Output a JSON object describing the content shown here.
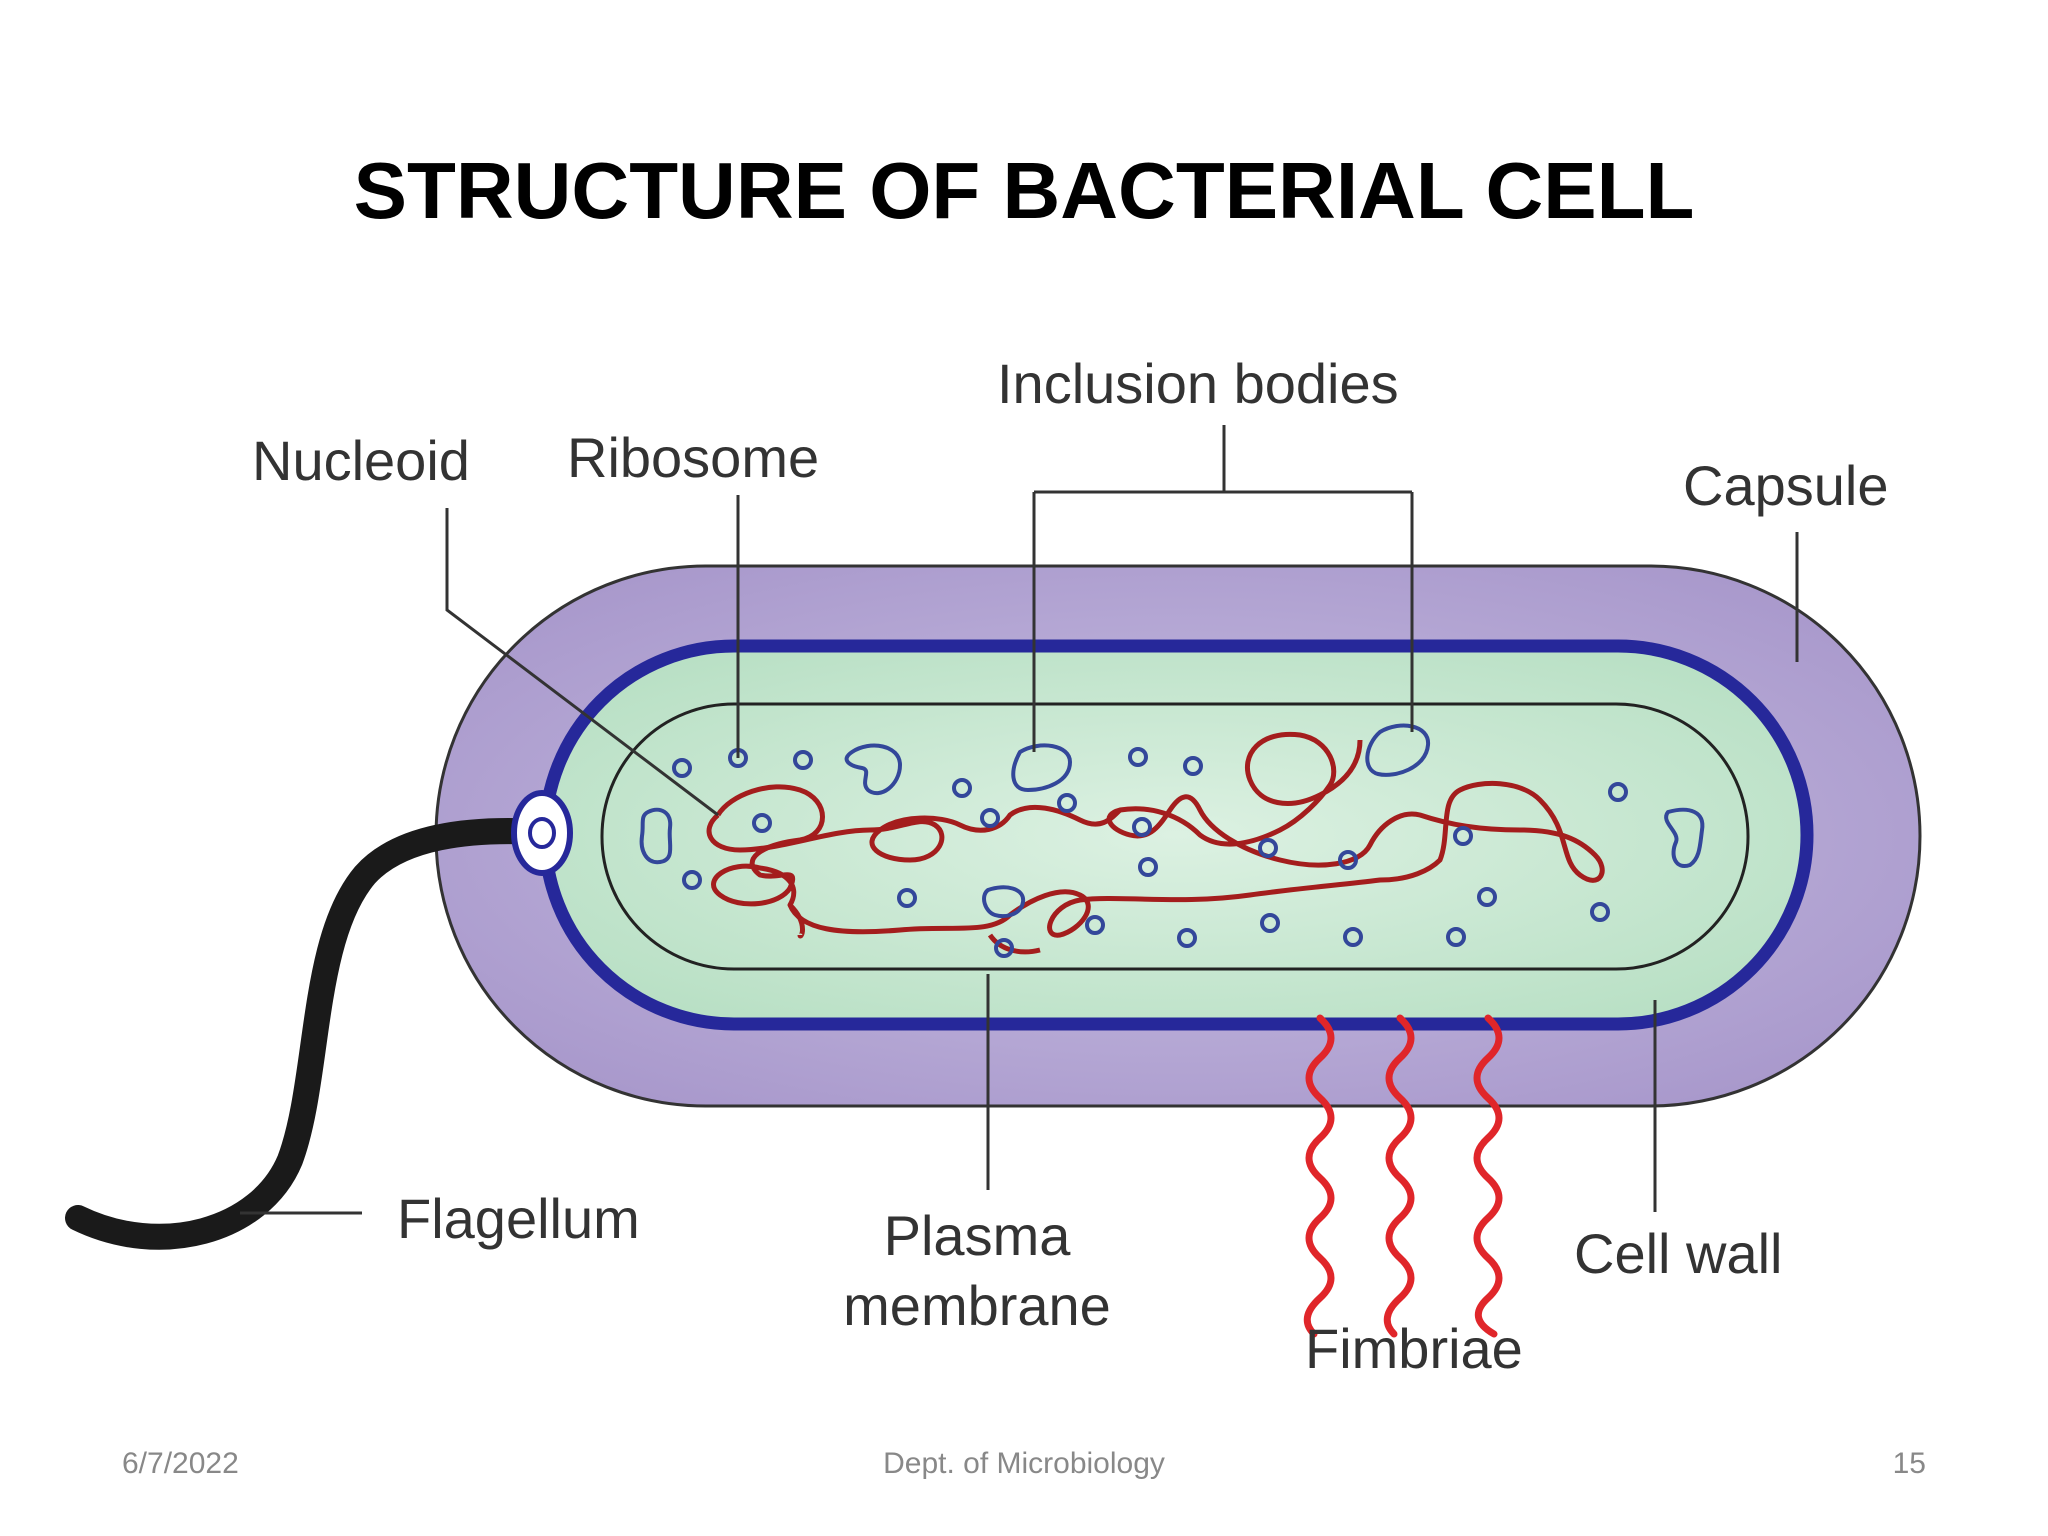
{
  "slide": {
    "title": "STRUCTURE OF BACTERIAL CELL"
  },
  "diagram": {
    "labels": {
      "nucleoid": "Nucleoid",
      "ribosome": "Ribosome",
      "inclusion_bodies": "Inclusion bodies",
      "capsule": "Capsule",
      "flagellum": "Flagellum",
      "plasma_line1": "Plasma",
      "plasma_line2": "membrane",
      "fimbriae": "Fimbriae",
      "cell_wall": "Cell wall"
    },
    "colors": {
      "capsule": "#b5a9d3",
      "cell_wall": "#26289a",
      "cytoplasm": "#d2ecd8",
      "nucleoid_dna": "#a41d1d",
      "fimbriae": "#e0262a",
      "flagellum": "#1a1a1a",
      "ribosome": "#33479a"
    }
  },
  "footer": {
    "date": "6/7/2022",
    "department": "Dept. of Microbiology",
    "page": "15"
  }
}
